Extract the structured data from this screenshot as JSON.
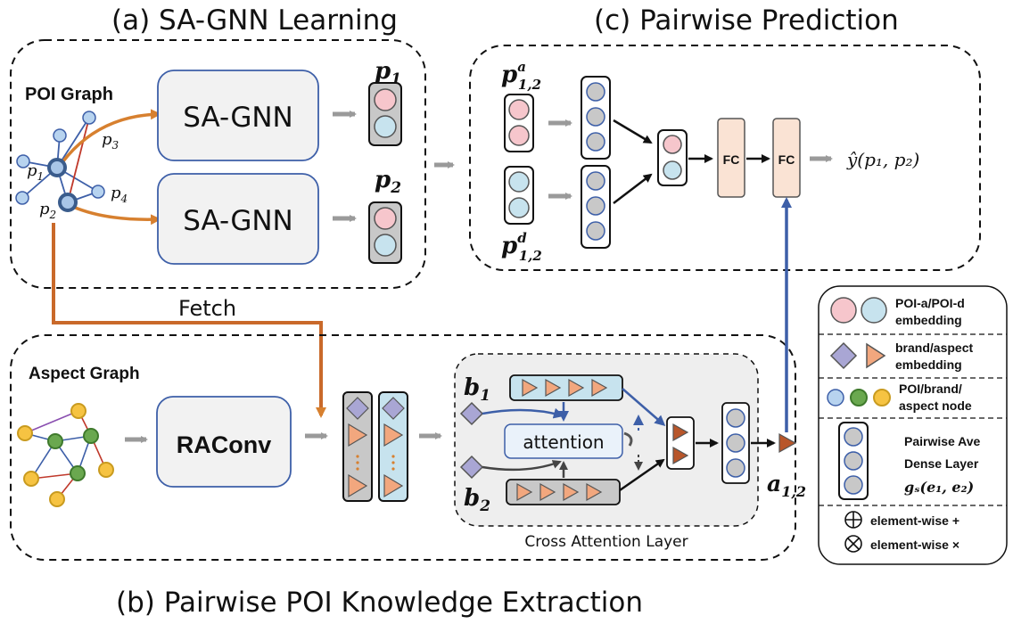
{
  "titles": {
    "a": "(a) SA-GNN Learning",
    "c": "(c) Pairwise Prediction",
    "b": "(b) Pairwise POI Knowledge Extraction"
  },
  "poi_graph": {
    "label": "POI Graph",
    "node_p1": "p",
    "node_p1_sub": "1",
    "node_p2": "p",
    "node_p2_sub": "2",
    "node_p3": "p",
    "node_p3_sub": "3",
    "node_p4": "p",
    "node_p4_sub": "4"
  },
  "sagnn": {
    "box1": "SA-GNN",
    "box2": "SA-GNN"
  },
  "outputs": {
    "p1": "p",
    "p1_sub": "1",
    "p2": "p",
    "p2_sub": "2"
  },
  "fetch_label": "Fetch",
  "aspect_graph": {
    "label": "Aspect Graph"
  },
  "raconv": {
    "label": "RAConv"
  },
  "cross_attention": {
    "b1": "b",
    "b1_sub": "1",
    "b2": "b",
    "b2_sub": "2",
    "attention": "attention",
    "caption": "Cross Attention Layer",
    "a12": "a",
    "a12_sub": "1,2"
  },
  "pairwise_prediction": {
    "pa": "p",
    "pa_sub": "1,2",
    "pa_sup": "a",
    "pd": "p",
    "pd_sub": "1,2",
    "pd_sup": "d",
    "fc1": "FC",
    "fc2": "FC",
    "yhat": "ŷ(p₁, p₂)"
  },
  "legend": {
    "item1_line1": "POI-a/POI-d",
    "item1_line2": "embedding",
    "item2_line1": "brand/aspect",
    "item2_line2": "embedding",
    "item3_line1": "POI/brand/",
    "item3_line2": "aspect node",
    "item4_line1": "Pairwise Ave",
    "item4_line2": "Dense Layer",
    "item4_math": "gₛ(e₁, e₂)",
    "item5": "element-wise +",
    "item6": "element-wise ×"
  },
  "colors": {
    "pink": "#f6c6cc",
    "light_blue": "#c7e3ee",
    "gray_node": "#c8c8c8",
    "purple_diamond": "#a9a6d4",
    "orange_triangle": "#f2a77e",
    "dark_triangle": "#b8562a",
    "green_node": "#6aa84f",
    "yellow_node": "#f6c342",
    "orange_arrow": "#d7802f",
    "blue_arrow": "#3d5fa8",
    "fc_fill": "#fae3d4",
    "light_panel": "#eeeeee"
  }
}
